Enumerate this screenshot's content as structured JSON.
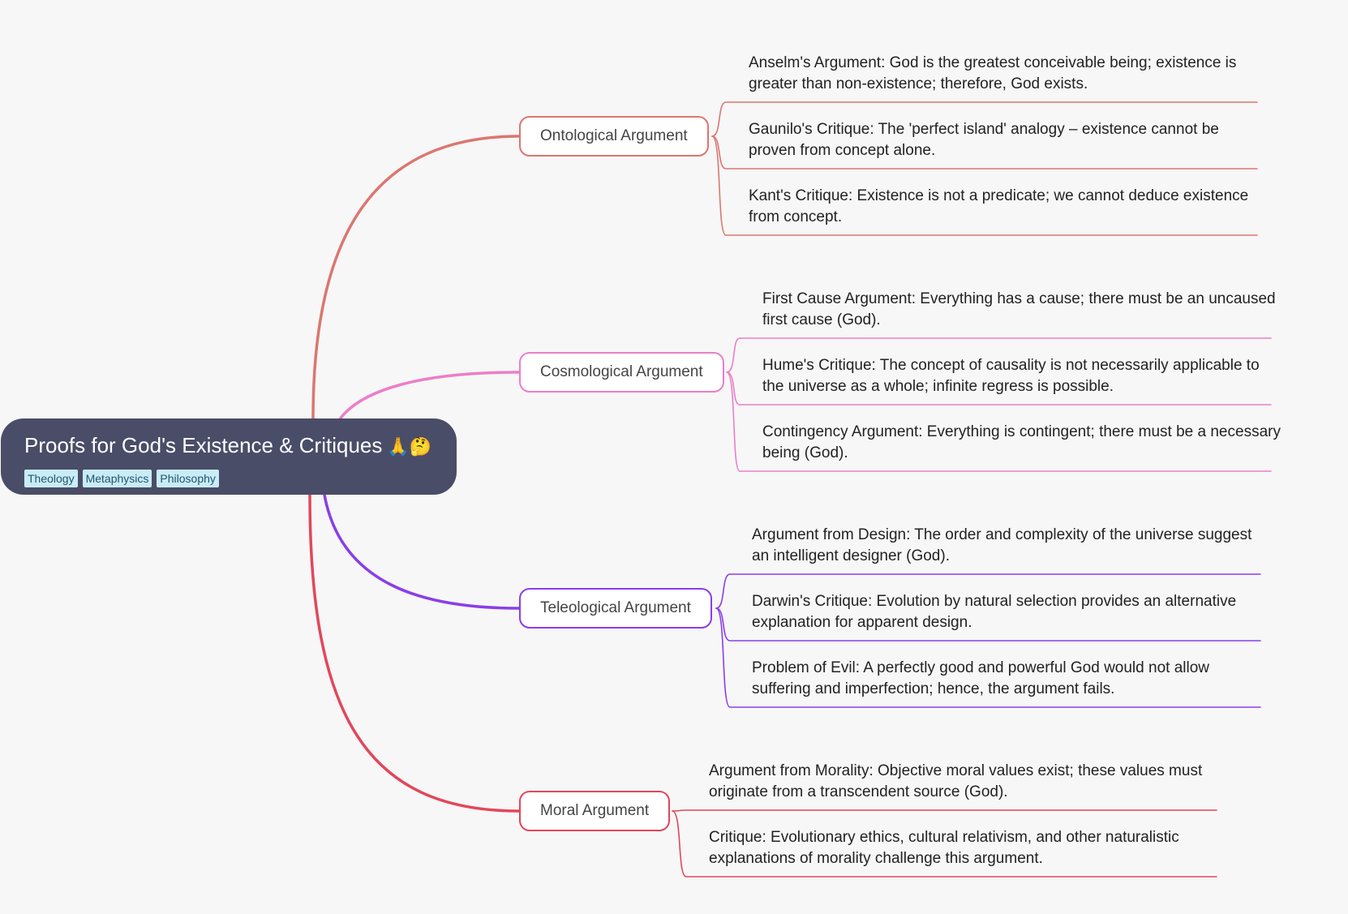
{
  "root": {
    "title": "Proofs for God's Existence & Critiques",
    "emoji": "🙏🤔",
    "tags": [
      "Theology",
      "Metaphysics",
      "Philosophy"
    ],
    "color": "#4a4d68"
  },
  "branches": [
    {
      "label": "Ontological Argument",
      "color": "#dc7670",
      "children": [
        "Anselm's Argument: God is the greatest conceivable being; existence is greater than non-existence; therefore, God exists.",
        "Gaunilo's Critique: The 'perfect island' analogy – existence cannot be proven from concept alone.",
        "Kant's Critique: Existence is not a predicate; we cannot deduce existence from concept."
      ]
    },
    {
      "label": "Cosmological Argument",
      "color": "#ec7ec9",
      "children": [
        "First Cause Argument: Everything has a cause; there must be an uncaused first cause (God).",
        "Hume's Critique:  The concept of causality is not necessarily applicable to the universe as a whole; infinite regress is possible.",
        "Contingency Argument: Everything is contingent; there must be a necessary being (God)."
      ]
    },
    {
      "label": "Teleological Argument",
      "color": "#8a3ee8",
      "children": [
        "Argument from Design: The order and complexity of the universe suggest an intelligent designer (God).",
        "Darwin's Critique: Evolution by natural selection provides an alternative explanation for apparent design.",
        "Problem of Evil: A perfectly good and powerful God would not allow suffering and imperfection; hence, the argument fails."
      ]
    },
    {
      "label": "Moral Argument",
      "color": "#e2475a",
      "children": [
        "Argument from Morality: Objective moral values exist; these values must originate from a transcendent source (God).",
        "Critique: Evolutionary ethics, cultural relativism, and other naturalistic explanations of morality challenge this argument."
      ]
    }
  ]
}
